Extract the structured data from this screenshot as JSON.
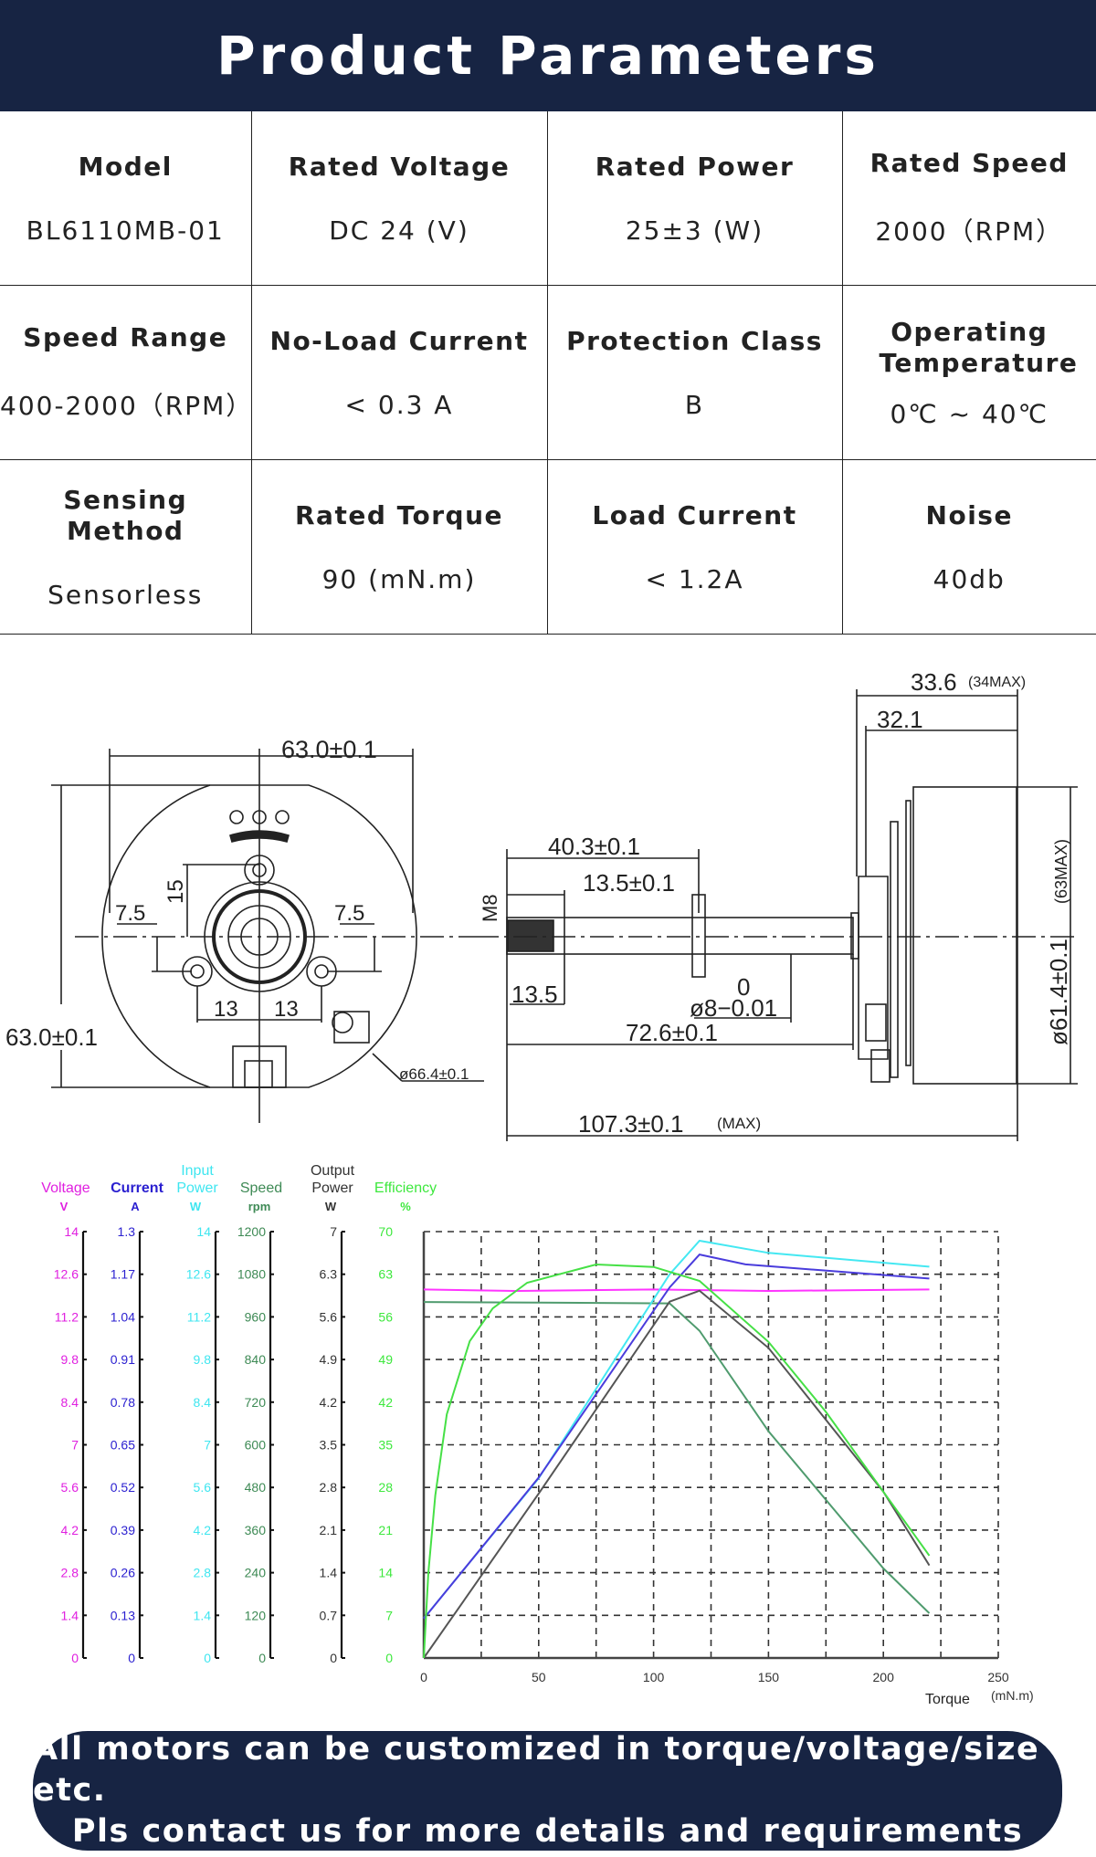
{
  "header": {
    "title": "Product Parameters"
  },
  "params": [
    [
      {
        "label": "Model",
        "value": "BL6110MB-01"
      },
      {
        "label": "Rated Voltage",
        "value": "DC 24 (V)"
      },
      {
        "label": "Rated Power",
        "value": "25±3 (W)"
      },
      {
        "label": "Rated Speed",
        "value": "2000（RPM）"
      }
    ],
    [
      {
        "label": "Speed Range",
        "value": "400-2000（RPM）"
      },
      {
        "label": "No-Load Current",
        "value": "< 0.3 A"
      },
      {
        "label": "Protection Class",
        "value": "B"
      },
      {
        "label": "Operating Temperature",
        "value": "0℃ ~ 40℃"
      }
    ],
    [
      {
        "label": "Sensing Method",
        "value": "Sensorless"
      },
      {
        "label": "Rated Torque",
        "value": "90 (mN.m)"
      },
      {
        "label": "Load Current",
        "value": "< 1.2A"
      },
      {
        "label": "Noise",
        "value": "40db"
      }
    ]
  ],
  "drawing": {
    "front": {
      "width": "63.0±0.1",
      "height": "63.0±0.1",
      "dia": "ø66.4±0.1",
      "d15": "15",
      "d75a": "7.5",
      "d75b": "7.5",
      "d13a": "13",
      "d13b": "13"
    },
    "side": {
      "m8": "M8",
      "d336": "33.6",
      "d336note": "(34MAX)",
      "d321": "32.1",
      "d403": "40.3±0.1",
      "d135t": "13.5±0.1",
      "d135": "13.5",
      "tol0": "0",
      "shaft": "ø8−0.01",
      "d726": "72.6±0.1",
      "d1073": "107.3±0.1",
      "d1073note": "(MAX)",
      "dia": "ø61.4±0.1",
      "dianote": "(63MAX)"
    }
  },
  "chart_data": {
    "type": "line",
    "xlabel": "Torque",
    "xunit": "(mN.m)",
    "xlim": [
      0,
      250
    ],
    "xticks": [
      0,
      50,
      100,
      150,
      200,
      250
    ],
    "grid": true,
    "axes": [
      {
        "id": "voltage",
        "title": [
          "",
          "Voltage"
        ],
        "unit": "V",
        "color": "#e020e0",
        "max": 14,
        "ticks": [
          "0",
          "1.4",
          "2.8",
          "4.2",
          "5.6",
          "7",
          "8.4",
          "9.8",
          "11.2",
          "12.6",
          "14"
        ]
      },
      {
        "id": "current",
        "title": [
          "",
          "Current"
        ],
        "unit": "A",
        "color": "#2a1fd0",
        "max": 1.3,
        "ticks": [
          "0",
          "0.13",
          "0.26",
          "0.39",
          "0.52",
          "0.65",
          "0.78",
          "0.91",
          "1.04",
          "1.17",
          "1.3"
        ]
      },
      {
        "id": "input",
        "title": [
          "Input",
          "Power"
        ],
        "unit": "W",
        "color": "#3fe6f0",
        "max": 14,
        "ticks": [
          "0",
          "1.4",
          "2.8",
          "4.2",
          "5.6",
          "7",
          "8.4",
          "9.8",
          "11.2",
          "12.6",
          "14"
        ]
      },
      {
        "id": "speed",
        "title": [
          "",
          "Speed"
        ],
        "unit": "rpm",
        "color": "#3e8a55",
        "max": 1200,
        "ticks": [
          "0",
          "120",
          "240",
          "360",
          "480",
          "600",
          "720",
          "840",
          "960",
          "1080",
          "1200"
        ]
      },
      {
        "id": "output",
        "title": [
          "Output",
          "Power"
        ],
        "unit": "W",
        "color": "#333333",
        "max": 7,
        "ticks": [
          "0",
          "0.7",
          "1.4",
          "2.1",
          "2.8",
          "3.5",
          "4.2",
          "4.9",
          "5.6",
          "6.3",
          "7"
        ]
      },
      {
        "id": "efficiency",
        "title": [
          "",
          "Efficiency"
        ],
        "unit": "%",
        "color": "#3ee83e",
        "max": 70,
        "ticks": [
          "0",
          "7",
          "14",
          "21",
          "28",
          "35",
          "42",
          "49",
          "56",
          "63",
          "70"
        ]
      }
    ],
    "series": [
      {
        "name": "Voltage",
        "axis": "voltage",
        "color": "#ff33ff",
        "points": [
          [
            0,
            12.1
          ],
          [
            40,
            12.05
          ],
          [
            100,
            12.1
          ],
          [
            150,
            12.05
          ],
          [
            220,
            12.1
          ]
        ]
      },
      {
        "name": "Speed",
        "axis": "speed",
        "color": "#4f9b6e",
        "points": [
          [
            0,
            1002
          ],
          [
            50,
            1000
          ],
          [
            107,
            998
          ],
          [
            120,
            921
          ],
          [
            150,
            638
          ],
          [
            200,
            252
          ],
          [
            220,
            126
          ]
        ]
      },
      {
        "name": "Input Power",
        "axis": "input",
        "color": "#44e8f2",
        "points": [
          [
            0,
            1.3
          ],
          [
            50,
            5.9
          ],
          [
            107,
            12.6
          ],
          [
            120,
            13.7
          ],
          [
            150,
            13.3
          ],
          [
            220,
            12.85
          ]
        ]
      },
      {
        "name": "Current",
        "axis": "current",
        "color": "#4a3cdc",
        "points": [
          [
            0,
            0.12
          ],
          [
            50,
            0.55
          ],
          [
            107,
            1.13
          ],
          [
            120,
            1.23
          ],
          [
            140,
            1.2
          ],
          [
            220,
            1.157
          ]
        ]
      },
      {
        "name": "Output Power",
        "axis": "output",
        "color": "#555555",
        "points": [
          [
            0,
            0
          ],
          [
            50,
            2.7
          ],
          [
            107,
            5.85
          ],
          [
            120,
            6.03
          ],
          [
            150,
            5.09
          ],
          [
            200,
            2.73
          ],
          [
            220,
            1.52
          ]
        ]
      },
      {
        "name": "Efficiency",
        "axis": "efficiency",
        "color": "#46e046",
        "points": [
          [
            0,
            0
          ],
          [
            2,
            14
          ],
          [
            5,
            26.7
          ],
          [
            10,
            40
          ],
          [
            20,
            52
          ],
          [
            30,
            57.4
          ],
          [
            45,
            61.6
          ],
          [
            75,
            64.6
          ],
          [
            100,
            64.2
          ],
          [
            120,
            61.9
          ],
          [
            150,
            51.9
          ],
          [
            175,
            40.4
          ],
          [
            200,
            27.3
          ],
          [
            220,
            16.8
          ]
        ]
      }
    ]
  },
  "banner": {
    "line1": "All motors can be customized in torque/voltage/size etc.",
    "line2": "Pls contact us for more details and requirements"
  }
}
